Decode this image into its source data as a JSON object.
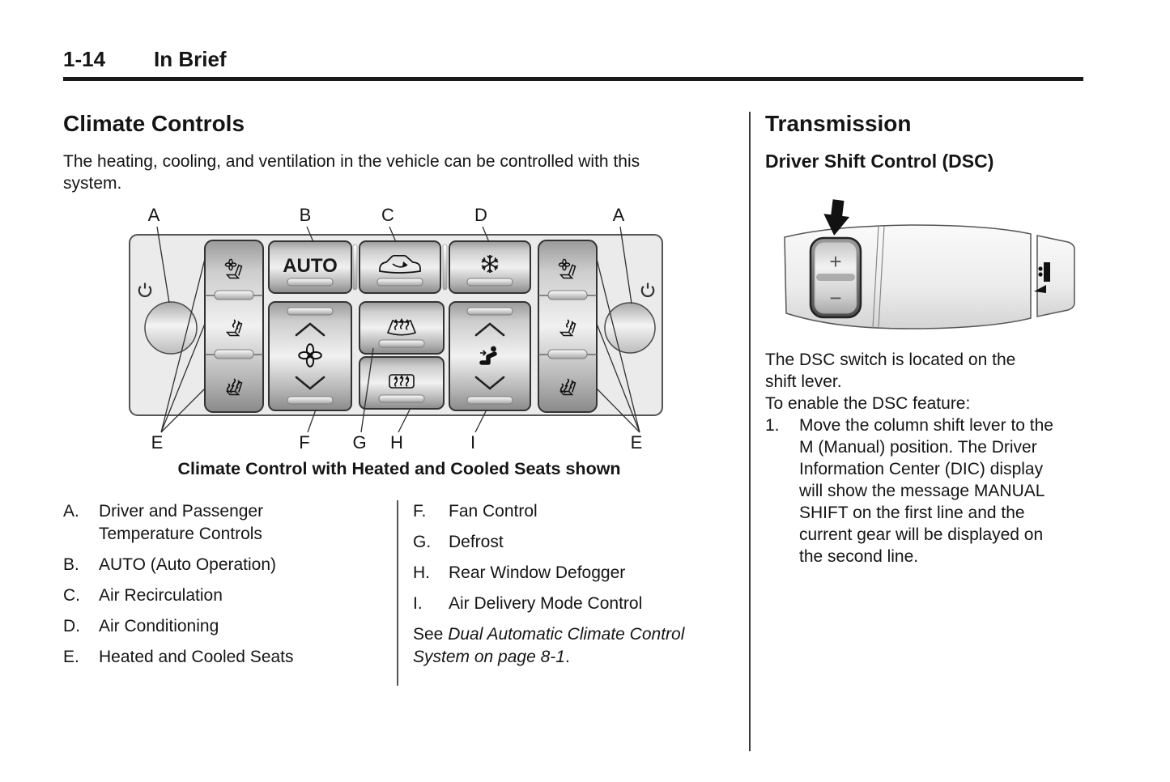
{
  "header": {
    "page_number": "1-14",
    "section_title": "In Brief"
  },
  "climate": {
    "heading": "Climate Controls",
    "intro": "The heating, cooling, and ventilation in the vehicle can be controlled with this system.",
    "caption": "Climate Control with Heated and Cooled Seats shown",
    "figure": {
      "auto_label": "AUTO",
      "callouts": {
        "top_a_left": "A",
        "top_b": "B",
        "top_c": "C",
        "top_d": "D",
        "top_a_right": "A",
        "bottom_e_left": "E",
        "bottom_f": "F",
        "bottom_g": "G",
        "bottom_h": "H",
        "bottom_i": "I",
        "bottom_e_right": "E"
      }
    },
    "legend_left": [
      {
        "letter": "A.",
        "text": "Driver and Passenger Temperature Controls"
      },
      {
        "letter": "B.",
        "text": "AUTO (Auto Operation)"
      },
      {
        "letter": "C.",
        "text": "Air Recirculation"
      },
      {
        "letter": "D.",
        "text": "Air Conditioning"
      },
      {
        "letter": "E.",
        "text": "Heated and Cooled Seats"
      }
    ],
    "legend_right": [
      {
        "letter": "F.",
        "text": "Fan Control"
      },
      {
        "letter": "G.",
        "text": "Defrost"
      },
      {
        "letter": "H.",
        "text": "Rear Window Defogger"
      },
      {
        "letter": "I.",
        "text": "Air Delivery Mode Control"
      }
    ],
    "see_reference": {
      "prefix": "See ",
      "italic": "Dual Automatic Climate Control System on page 8-1",
      "suffix": "."
    }
  },
  "transmission": {
    "heading": "Transmission",
    "subheading": "Driver Shift Control (DSC)",
    "figure": {
      "plus_label": "+",
      "minus_label": "−"
    },
    "para_location": "The DSC switch is located on the shift lever.",
    "para_enable": "To enable the DSC feature:",
    "steps": [
      {
        "number": "1.",
        "text": "Move the column shift lever to the M (Manual) position. The Driver Information Center (DIC) display will show the message MANUAL SHIFT on the first line and the current gear will be displayed on the second line."
      }
    ]
  },
  "colors": {
    "text": "#151515",
    "panel_fill": "#ebebeb",
    "button_edge": "#333333"
  }
}
